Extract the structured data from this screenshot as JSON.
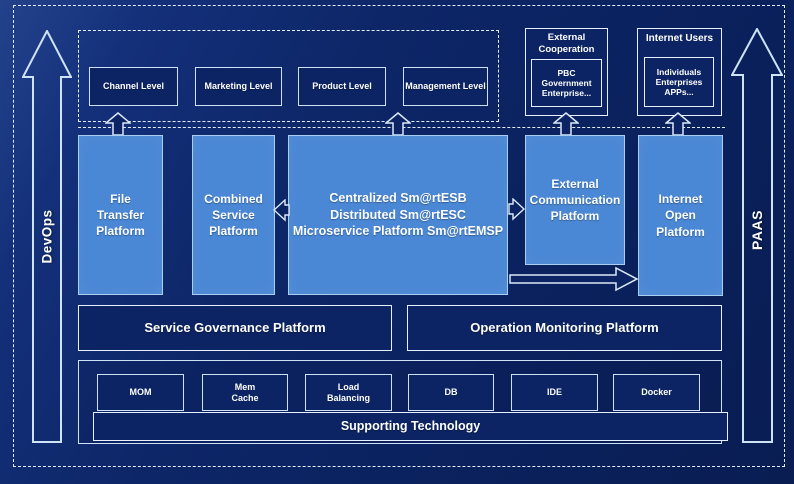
{
  "rails": {
    "devops": "DevOps",
    "paas": "PAAS"
  },
  "user_layer": {
    "levels": [
      {
        "label": "Channel Level"
      },
      {
        "label": "Marketing Level"
      },
      {
        "label": "Product Level"
      },
      {
        "label": "Management Level"
      }
    ]
  },
  "external_cooperation": {
    "title": "External\nCooperation",
    "members": "PBC Government\nEnterprise..."
  },
  "internet_users": {
    "title": "Internet Users",
    "members": "Individuals\nEnterprises\nAPPs..."
  },
  "platforms": {
    "file_transfer": "File\nTransfer\nPlatform",
    "combined_service": "Combined\nService\nPlatform",
    "esb": "Centralized Sm@rtESB\nDistributed Sm@rtESC\nMicroservice Platform Sm@rtEMSP",
    "external_communication": "External\nCommunication\nPlatform",
    "internet_open": "Internet\nOpen\nPlatform"
  },
  "governance": {
    "service_governance": "Service Governance Platform",
    "operation_monitoring": "Operation Monitoring Platform"
  },
  "supporting": {
    "items": [
      {
        "label": "MOM"
      },
      {
        "label": "Mem\nCache"
      },
      {
        "label": "Load\nBalancing"
      },
      {
        "label": "DB"
      },
      {
        "label": "IDE"
      },
      {
        "label": "Docker"
      }
    ],
    "bar": "Supporting Technology"
  },
  "colors": {
    "background": "#0b2260",
    "platform_blue": "#4a87d4",
    "box_navy": "#0c2463",
    "border_light": "#dce9f7",
    "text": "#ffffff"
  }
}
